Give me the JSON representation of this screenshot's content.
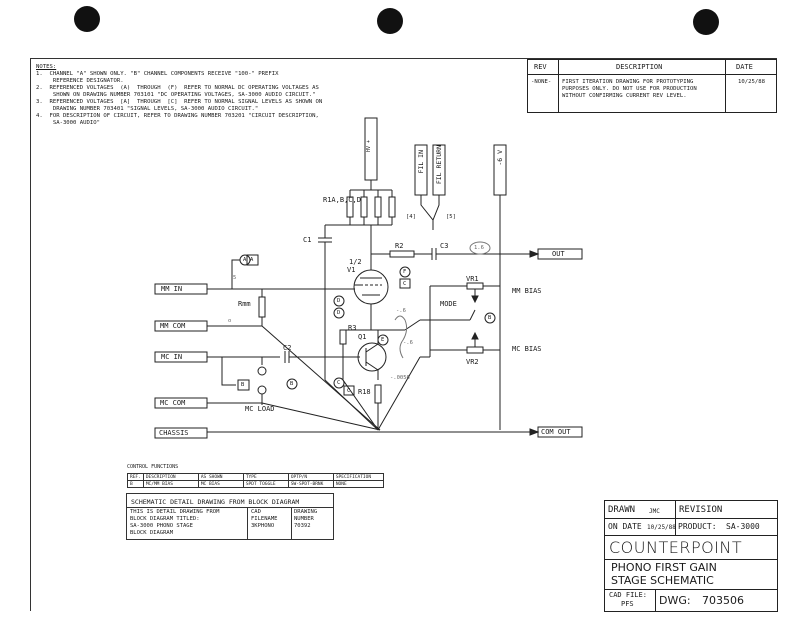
{
  "notes": {
    "header": "NOTES:",
    "lines": [
      "1.  CHANNEL \"A\" SHOWN ONLY. \"B\" CHANNEL COMPONENTS RECEIVE \"100-\" PREFIX",
      "     REFERENCE DESIGNATOR.",
      "2.  REFERENCED VOLTAGES  (A)  THROUGH  (F)  REFER TO NORMAL DC OPERATING VOLTAGES AS",
      "     SHOWN ON DRAWING NUMBER 703101 \"DC OPERATING VOLTAGES, SA-3000 AUDIO CIRCUIT.\"",
      "3.  REFERENCED VOLTAGES  [A]  THROUGH  [C]  REFER TO NORMAL SIGNAL LEVELS AS SHOWN ON",
      "     DRAWING NUMBER 703401 \"SIGNAL LEVELS, SA-3000 AUDIO CIRCUIT.\"",
      "4.  FOR DESCRIPTION OF CIRCUIT, REFER TO DRAWING NUMBER 703201 \"CIRCUIT DESCRIPTION,",
      "     SA-3000 AUDIO\""
    ]
  },
  "revision_table": {
    "headers": [
      "REV",
      "DESCRIPTION",
      "DATE"
    ],
    "row": {
      "rev": "-NONE-",
      "description": [
        "FIRST ITERATION DRAWING FOR PROTOTYPING",
        "PURPOSES ONLY. DO NOT USE FOR PRODUCTION",
        "WITHOUT CONFIRMING CURRENT REV LEVEL."
      ],
      "date": "10/25/88"
    }
  },
  "schematic": {
    "inputs": {
      "mm_in": "MM IN",
      "mm_com": "MM COM",
      "mc_in": "MC IN",
      "mc_com": "MC COM",
      "chassis": "CHASSIS"
    },
    "outputs": {
      "out": "OUT",
      "com_out": "COM OUT"
    },
    "supplies": {
      "hv": "HV +",
      "fil_in": "FIL IN",
      "fil_return": "FIL RETURN",
      "neg6v": "-6 V"
    },
    "pins": {
      "p4": "[4]",
      "p5": "[5]"
    },
    "components": {
      "r1": "R1A,B,C,D",
      "c1": "C1",
      "r2": "R2",
      "c3": "C3",
      "v1_a": "1/2",
      "v1_b": "V1",
      "rmm": "Rmm",
      "r3": "R3",
      "q1": "Q1",
      "c2": "C2",
      "r18": "R18",
      "vr1": "VR1",
      "vr2": "VR2",
      "mode": "MODE",
      "mm_bias": "MM BIAS",
      "mc_bias": "MC BIAS",
      "mc_load": "MC LOAD"
    },
    "refs": {
      "A": "A",
      "B": "B",
      "C": "C",
      "D": "D",
      "E": "E",
      "F": "F"
    },
    "handwritten": {
      "n1": "1.6",
      "n2": "5",
      "n3": "-.6",
      "n4": "-.6",
      "n5": "-.0056",
      "n6": "o"
    }
  },
  "control_functions": {
    "title": "CONTROL FUNCTIONS",
    "headers": [
      "REF.",
      "DESCRIPTION",
      "AS SHOWN",
      "TYPE",
      "OPTP/N",
      "SPECIFICATION"
    ],
    "row": [
      "B",
      "MC/MM BIAS",
      "MC BIAS",
      "SPDT TOGGLE",
      "SW-SPDT-BRNK",
      "NONE"
    ]
  },
  "schematic_detail": {
    "title": "SCHEMATIC DETAIL DRAWING FROM BLOCK DIAGRAM",
    "col1": [
      "THIS IS DETAIL DRAWING FROM",
      "BLOCK DIAGRAM TITLED:",
      "SA-3000 PHONO STAGE",
      "BLOCK DIAGRAM"
    ],
    "col2_header": [
      "CAD",
      "FILENAME"
    ],
    "col2_value": "3KPHONO",
    "col3_header": [
      "DRAWING",
      "NUMBER"
    ],
    "col3_value": "70392"
  },
  "title_block": {
    "drawn_label": "DRAWN",
    "drawn_value": "JMC",
    "revision_label": "REVISION",
    "on_date_label": "ON DATE",
    "on_date_value": "10/25/88",
    "product_label": "PRODUCT:",
    "product_value": "SA-3000",
    "company": "COUNTERPOINT",
    "title_line1": "PHONO FIRST GAIN",
    "title_line2": "STAGE SCHEMATIC",
    "cad_file_label": "CAD FILE:",
    "cad_file_value": "PFS",
    "dwg_label": "DWG:",
    "dwg_value": "703506"
  }
}
